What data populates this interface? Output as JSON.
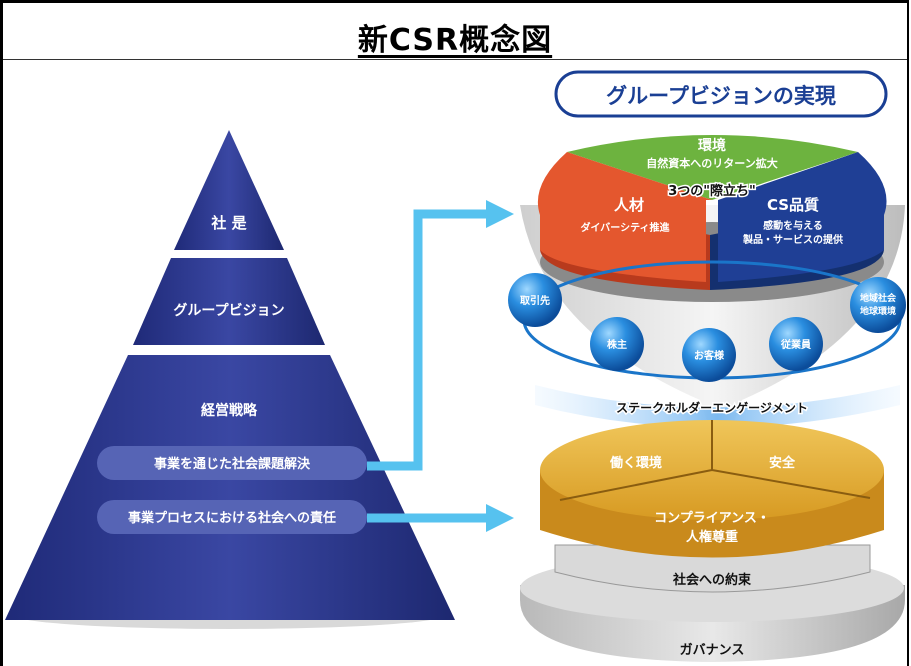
{
  "title": "新CSR概念図",
  "vision_banner": "グループビジョンの実現",
  "pyramid": {
    "tier1": "社 是",
    "tier2": "グループビジョン",
    "tier3": "経営戦略",
    "pill1": "事業を通じた社会課題解決",
    "pill2": "事業プロセスにおける社会への責任"
  },
  "top_pie": {
    "env_title": "環境",
    "env_sub": "自然資本へのリターン拡大",
    "hr_title": "人材",
    "hr_sub": "ダイバーシティ推進",
    "cs_title": "CS品質",
    "cs_sub1": "感動を与える",
    "cs_sub2": "製品・サービスの提供",
    "center_label": "3つの\"際立ち\""
  },
  "stakeholders": {
    "s1": "取引先",
    "s2": "株主",
    "s3": "お客様",
    "s4": "従業員",
    "s5a": "地域社会",
    "s5b": "地球環境",
    "band": "ステークホルダーエンゲージメント"
  },
  "bottom_pie": {
    "work": "働く環境",
    "safety": "安全",
    "compliance1": "コンプライアンス・",
    "compliance2": "人権尊重",
    "promise": "社会への約束",
    "governance": "ガバナンス"
  },
  "colors": {
    "pyramid": "#2f3b8f",
    "arrow": "#56c2ef",
    "env": "#6db33f",
    "hr": "#e4572e",
    "cs": "#1f3f95",
    "sphere": "#1a75c9",
    "gold": "#e6b23a"
  }
}
